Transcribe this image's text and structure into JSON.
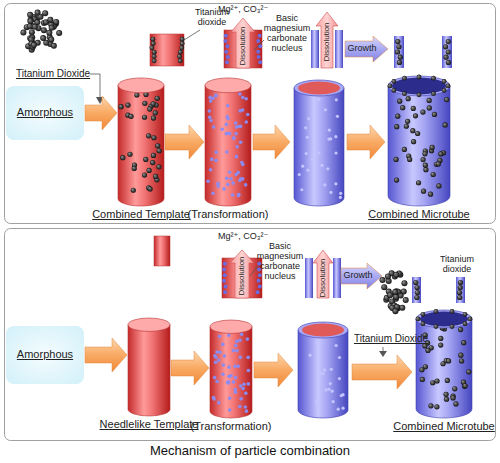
{
  "diagram": {
    "caption": "Mechanism of particle combination",
    "nodes": [
      {
        "text": [
          "Amorphous"
        ]
      },
      {
        "text": [
          "Combined Template"
        ]
      },
      {
        "text": [
          "(Transformation)"
        ]
      },
      {
        "text": [
          "Combined Microtube"
        ]
      },
      {
        "text": [
          "Amorphous"
        ]
      },
      {
        "text": [
          "Needlelike Template"
        ]
      },
      {
        "text": [
          "(Transformation)"
        ]
      },
      {
        "text": [
          "Combined Microtube"
        ]
      }
    ],
    "edges": [
      {
        "from": 0,
        "to": 1,
        "arrow": "to"
      },
      {
        "from": 1,
        "to": 2,
        "arrow": "to"
      },
      {
        "from": 4,
        "to": 5,
        "arrow": "to"
      },
      {
        "from": 5,
        "to": 6,
        "arrow": "to"
      }
    ],
    "labels": [
      "Titanium Dioxide",
      "Titanium dioxide",
      "Mg²⁺, CO₃²⁻",
      "Basic magnesium carbonate nucleus",
      "Dissolution",
      "Dissolution",
      "Growth",
      "Mg²⁺, CO₃²⁻",
      "Basic magnesium carbonate nucleus",
      "Dissolution",
      "Dissolution",
      "Growth",
      "Titanium dioxide",
      "Titanium Dioxide"
    ]
  }
}
